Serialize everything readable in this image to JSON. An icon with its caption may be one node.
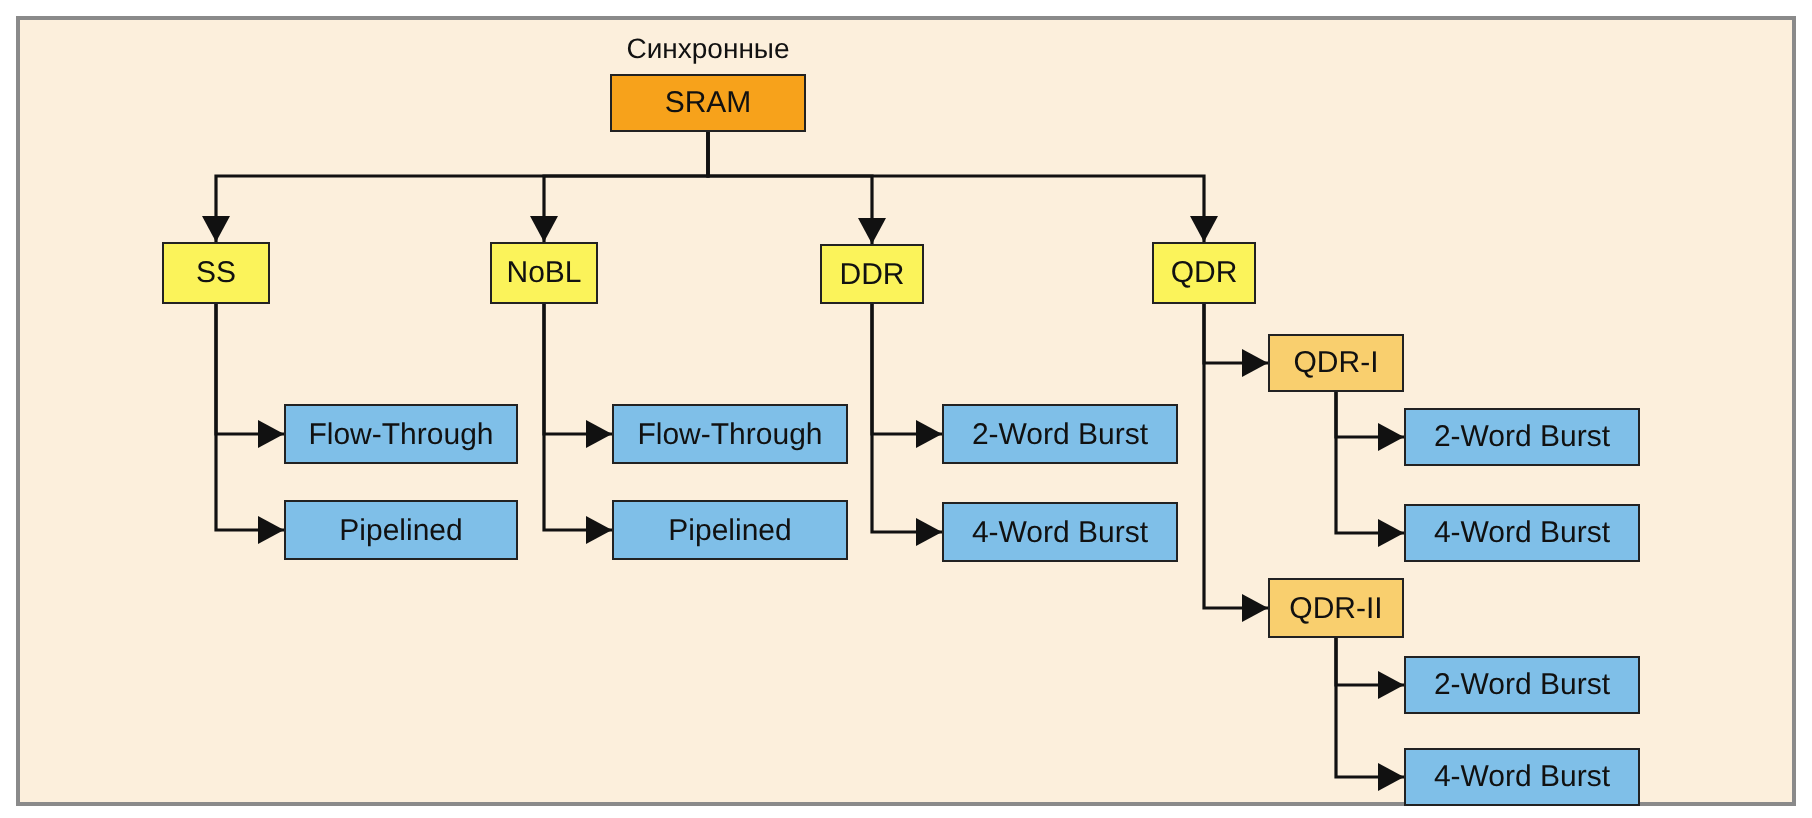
{
  "diagram": {
    "nodes": [
      {
        "text": [
          "SRAM"
        ],
        "beside": [
          "Синхронные"
        ]
      },
      {
        "text": [
          "SS"
        ]
      },
      {
        "text": [
          "NoBL"
        ]
      },
      {
        "text": [
          "DDR"
        ]
      },
      {
        "text": [
          "QDR"
        ]
      },
      {
        "text": [
          "Flow-Through"
        ]
      },
      {
        "text": [
          "Pipelined"
        ]
      },
      {
        "text": [
          "Flow-Through"
        ]
      },
      {
        "text": [
          "Pipelined"
        ]
      },
      {
        "text": [
          "2-Word Burst"
        ]
      },
      {
        "text": [
          "4-Word Burst"
        ]
      },
      {
        "text": [
          "QDR-I"
        ]
      },
      {
        "text": [
          "2-Word Burst"
        ]
      },
      {
        "text": [
          "4-Word Burst"
        ]
      },
      {
        "text": [
          "QDR-II"
        ]
      },
      {
        "text": [
          "2-Word Burst"
        ]
      },
      {
        "text": [
          "4-Word Burst"
        ]
      }
    ],
    "edges": [
      {
        "from": 0,
        "to": 1,
        "arrow": "to"
      },
      {
        "from": 0,
        "to": 2,
        "arrow": "to"
      },
      {
        "from": 0,
        "to": 3,
        "arrow": "to"
      },
      {
        "from": 0,
        "to": 4,
        "arrow": "to"
      },
      {
        "from": 1,
        "to": 5,
        "arrow": "to"
      },
      {
        "from": 1,
        "to": 6,
        "arrow": "to"
      },
      {
        "from": 2,
        "to": 7,
        "arrow": "to"
      },
      {
        "from": 2,
        "to": 8,
        "arrow": "to"
      },
      {
        "from": 3,
        "to": 9,
        "arrow": "to"
      },
      {
        "from": 3,
        "to": 10,
        "arrow": "to"
      },
      {
        "from": 4,
        "to": 11,
        "arrow": "to"
      },
      {
        "from": 4,
        "to": 14,
        "arrow": "to"
      },
      {
        "from": 11,
        "to": 12,
        "arrow": "to"
      },
      {
        "from": 11,
        "to": 13,
        "arrow": "to"
      },
      {
        "from": 14,
        "to": 15,
        "arrow": "to"
      },
      {
        "from": 14,
        "to": 16,
        "arrow": "to"
      }
    ]
  }
}
